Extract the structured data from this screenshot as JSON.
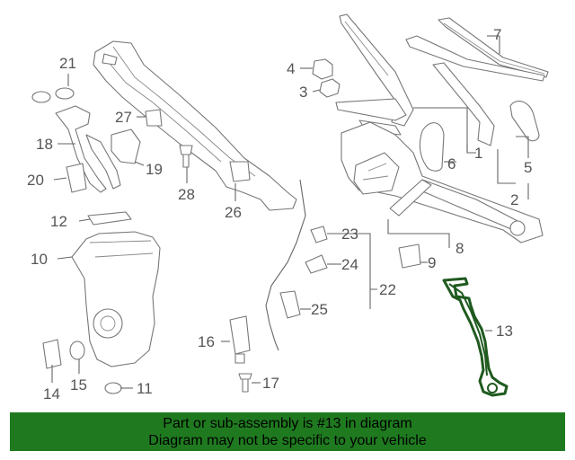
{
  "callouts": {
    "c1": "1",
    "c2": "2",
    "c3": "3",
    "c4": "4",
    "c5": "5",
    "c6": "6",
    "c7": "7",
    "c8": "8",
    "c9": "9",
    "c10": "10",
    "c11": "11",
    "c12": "12",
    "c13": "13",
    "c14": "14",
    "c15": "15",
    "c16": "16",
    "c17": "17",
    "c18": "18",
    "c19": "19",
    "c20": "20",
    "c21": "21",
    "c22": "22",
    "c23": "23",
    "c24": "24",
    "c25": "25",
    "c26": "26",
    "c27": "27",
    "c28": "28"
  },
  "highlight_part": "13",
  "colors": {
    "highlight": "#1f5a1f",
    "banner_bg": "#1f7a1f",
    "line": "#666666"
  },
  "banner": {
    "line1": "Part or sub-assembly is #13 in diagram",
    "line2": "Diagram may not be specific to your vehicle"
  }
}
